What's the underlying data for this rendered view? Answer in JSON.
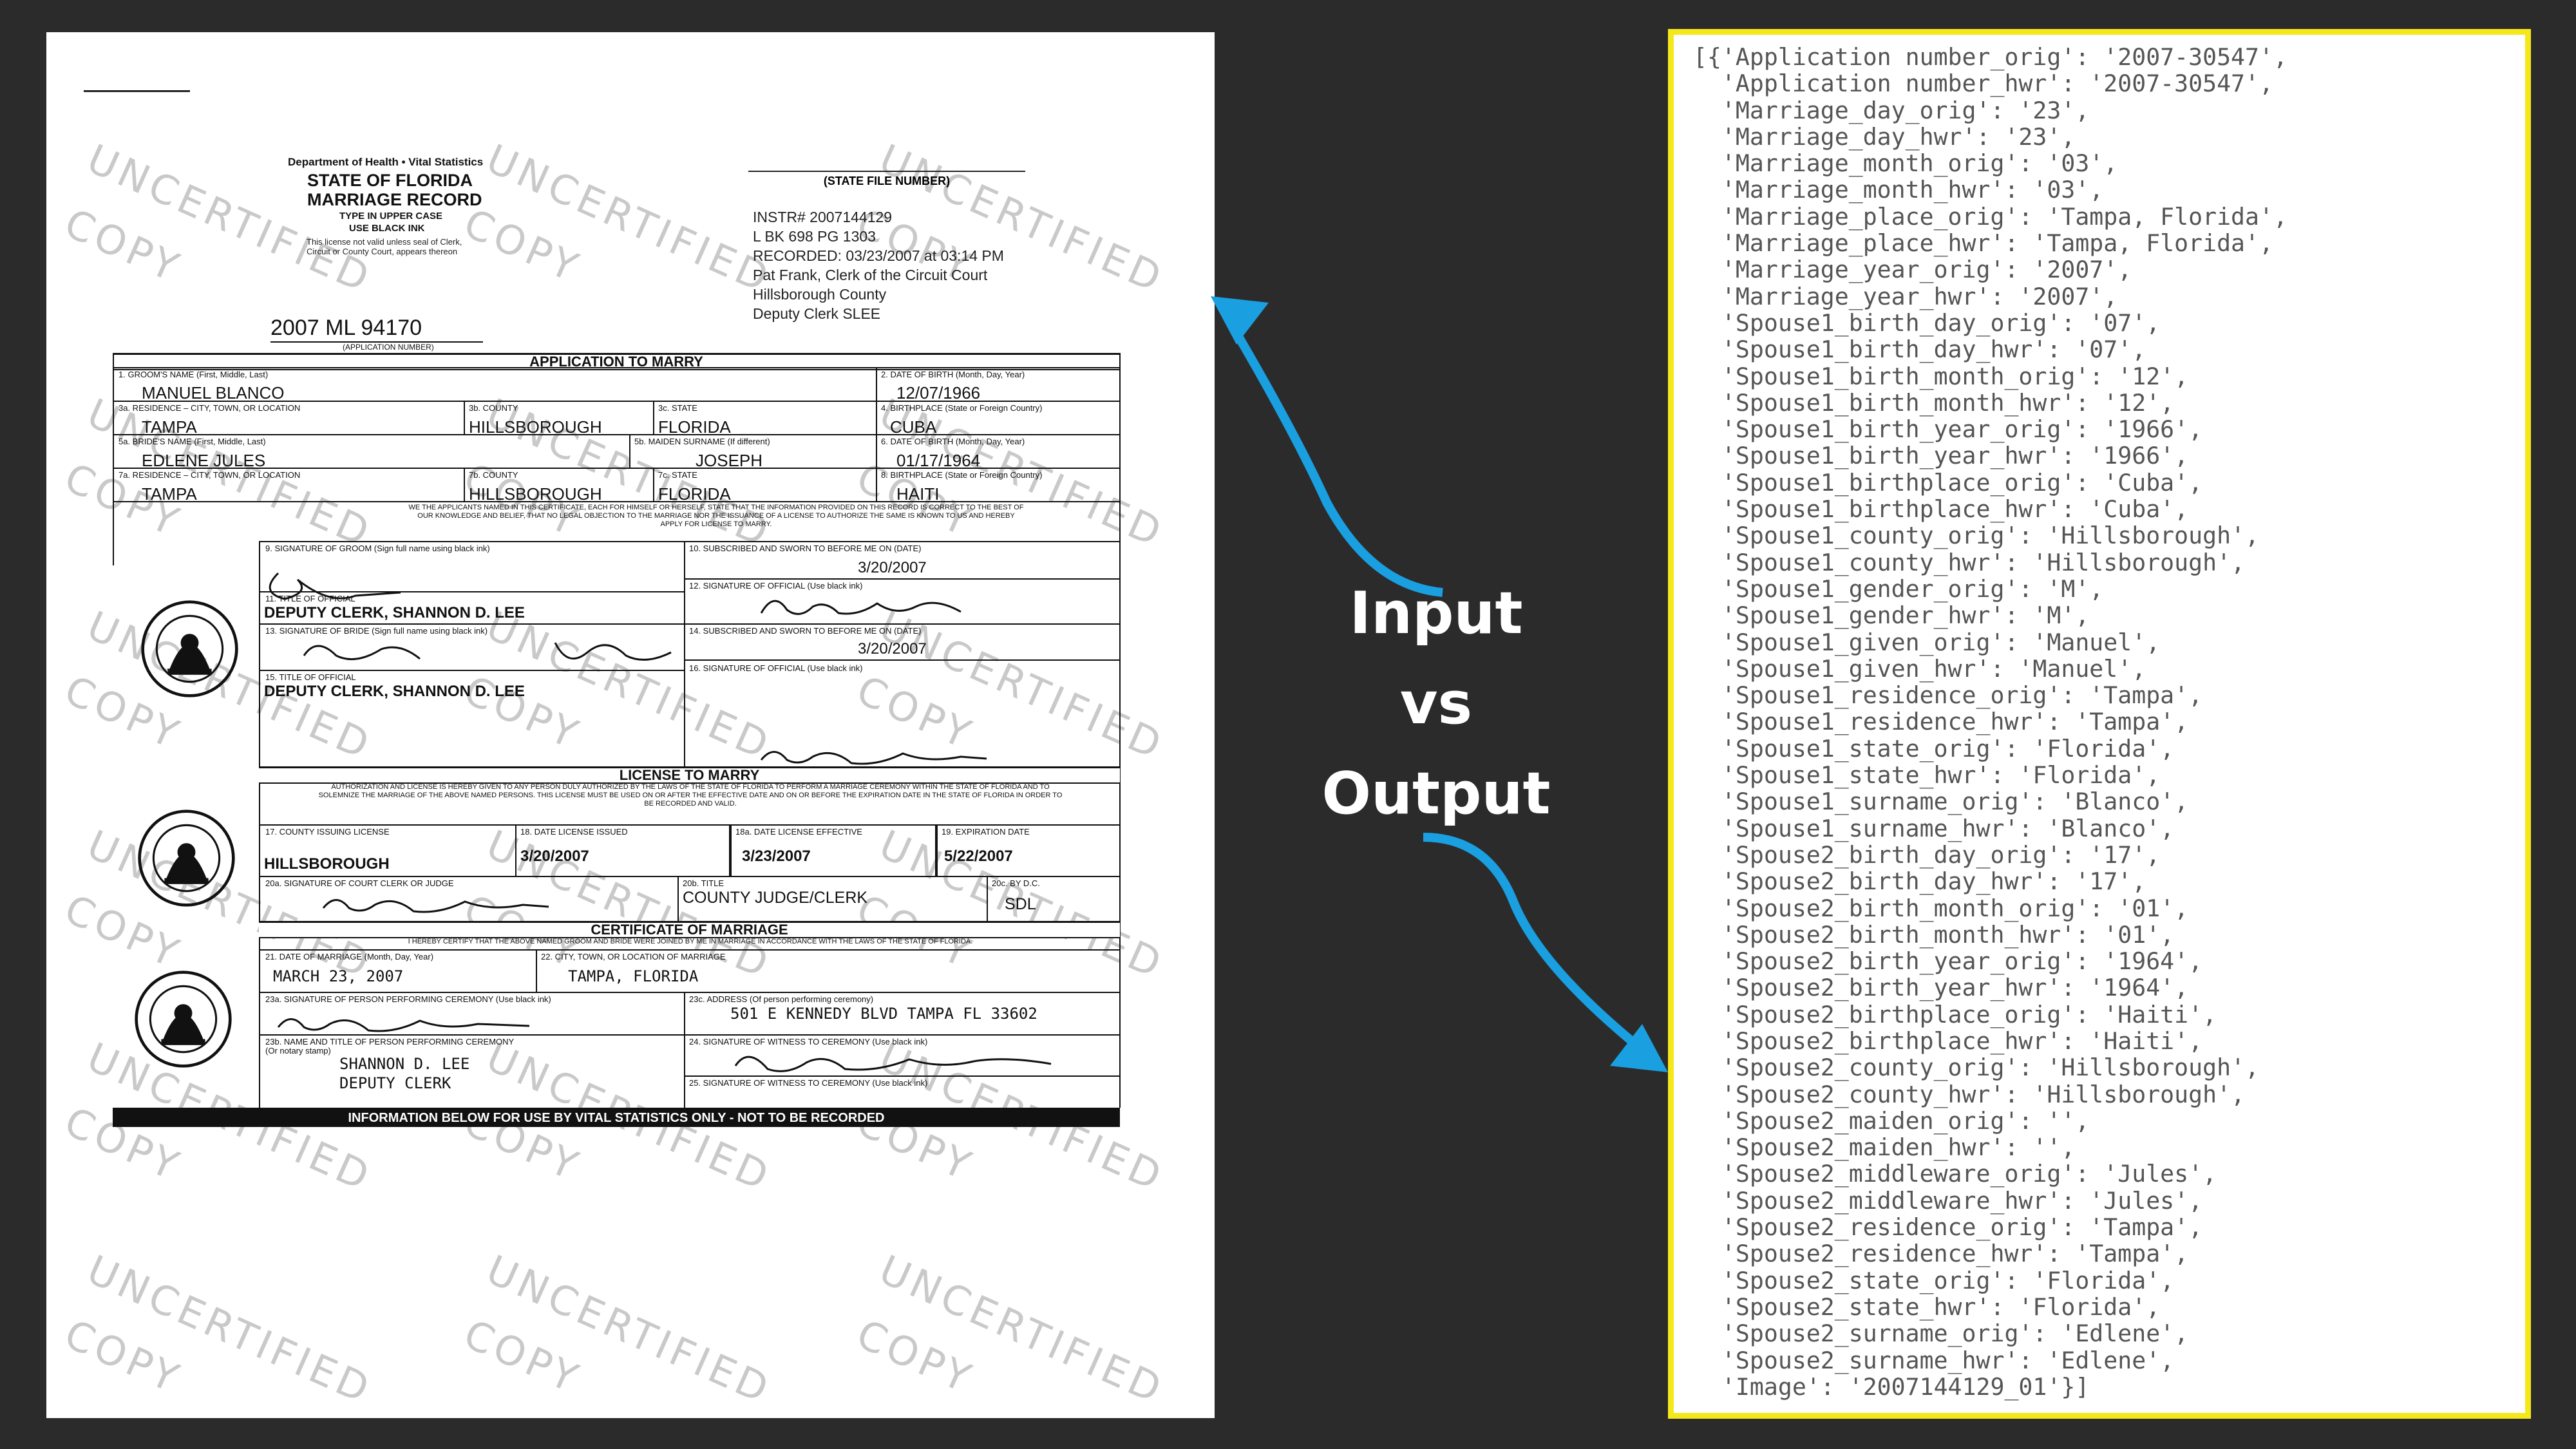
{
  "document": {
    "dept": "Department of Health • Vital Statistics",
    "state": "STATE OF FLORIDA",
    "record": "MARRIAGE RECORD",
    "instr1": "TYPE IN UPPER CASE",
    "instr2": "USE BLACK INK",
    "instr3": "This license not valid unless seal of Clerk,",
    "instr4": "Circuit or County Court, appears thereon",
    "state_file_number": "(STATE FILE NUMBER)",
    "recording": [
      "INSTR# 2007144129",
      "L BK 698 PG 1303",
      "RECORDED: 03/23/2007 at 03:14 PM",
      "Pat Frank, Clerk of the Circuit Court",
      "Hillsborough County",
      "Deputy Clerk SLEE"
    ],
    "application_number": "2007 ML 94170",
    "application_number_label": "(APPLICATION NUMBER)",
    "watermark_a": "UNCERTIFIED",
    "watermark_b": "COPY",
    "sections": {
      "apply": "APPLICATION TO MARRY",
      "license": "LICENSE TO MARRY",
      "certificate": "CERTIFICATE OF MARRIAGE"
    },
    "fields": {
      "f1_label": "1. GROOM'S NAME (First, Middle, Last)",
      "f1": "MANUEL BLANCO",
      "f2_label": "2. DATE OF BIRTH (Month, Day, Year)",
      "f2": "12/07/1966",
      "f3a_label": "3a. RESIDENCE – CITY, TOWN, OR LOCATION",
      "f3a": "TAMPA",
      "f3b_label": "3b. COUNTY",
      "f3b": "HILLSBOROUGH",
      "f3c_label": "3c. STATE",
      "f3c": "FLORIDA",
      "f4_label": "4. BIRTHPLACE (State or Foreign Country)",
      "f4": "CUBA",
      "f5a_label": "5a. BRIDE'S NAME (First, Middle, Last)",
      "f5a": "EDLENE JULES",
      "f5b_label": "5b. MAIDEN SURNAME (If different)",
      "f5b": "JOSEPH",
      "f6_label": "6. DATE OF BIRTH (Month, Day, Year)",
      "f6": "01/17/1964",
      "f7a_label": "7a. RESIDENCE – CITY, TOWN, OR LOCATION",
      "f7a": "TAMPA",
      "f7b_label": "7b. COUNTY",
      "f7b": "HILLSBOROUGH",
      "f7c_label": "7c. STATE",
      "f7c": "FLORIDA",
      "f8_label": "8. BIRTHPLACE (State or Foreign Country)",
      "f8": "HAITI",
      "oath": "WE THE APPLICANTS NAMED IN THIS CERTIFICATE, EACH FOR HIMSELF OR HERSELF, STATE THAT THE INFORMATION PROVIDED ON THIS RECORD IS CORRECT TO THE BEST OF OUR KNOWLEDGE AND BELIEF, THAT NO LEGAL OBJECTION TO THE MARRIAGE NOR THE ISSUANCE OF A LICENSE TO AUTHORIZE THE SAME IS KNOWN TO US AND HEREBY APPLY FOR LICENSE TO MARRY.",
      "f9_label": "9. SIGNATURE OF GROOM (Sign full name using black ink)",
      "f10_label": "10. SUBSCRIBED AND SWORN TO BEFORE ME ON (DATE)",
      "f10": "3/20/2007",
      "f11_label": "11. TITLE OF OFFICIAL",
      "f11": "DEPUTY CLERK, SHANNON D. LEE",
      "f12_label": "12. SIGNATURE OF OFFICIAL (Use black ink)",
      "f13_label": "13. SIGNATURE OF BRIDE (Sign full name using black ink)",
      "f14_label": "14. SUBSCRIBED AND SWORN TO BEFORE ME ON (DATE)",
      "f14": "3/20/2007",
      "f15_label": "15. TITLE OF OFFICIAL",
      "f15": "DEPUTY CLERK, SHANNON D. LEE",
      "f16_label": "16. SIGNATURE OF OFFICIAL (Use black ink)",
      "license_text": "AUTHORIZATION AND LICENSE IS HEREBY GIVEN TO ANY PERSON DULY AUTHORIZED BY THE LAWS OF THE STATE OF FLORIDA TO PERFORM A MARRIAGE CEREMONY WITHIN THE STATE OF FLORIDA AND TO SOLEMNIZE THE MARRIAGE OF THE ABOVE NAMED PERSONS. THIS LICENSE MUST BE USED ON OR AFTER THE EFFECTIVE DATE AND ON OR BEFORE THE EXPIRATION DATE IN THE STATE OF FLORIDA IN ORDER TO BE RECORDED AND VALID.",
      "f17_label": "17. COUNTY ISSUING LICENSE",
      "f17": "HILLSBOROUGH",
      "f18_label": "18. DATE LICENSE ISSUED",
      "f18": "3/20/2007",
      "f18a_label": "18a. DATE LICENSE EFFECTIVE",
      "f18a": "3/23/2007",
      "f19_label": "19. EXPIRATION DATE",
      "f19": "5/22/2007",
      "f20a_label": "20a. SIGNATURE OF COURT CLERK OR JUDGE",
      "f20b_label": "20b. TITLE",
      "f20b": "COUNTY JUDGE/CLERK",
      "f20c_label": "20c. BY D.C.",
      "f20c": "SDL",
      "cert_text": "I HEREBY CERTIFY THAT THE ABOVE NAMED GROOM AND BRIDE WERE JOINED BY ME IN MARRIAGE IN ACCORDANCE WITH THE LAWS OF THE STATE OF FLORIDA.",
      "f21_label": "21. DATE OF MARRIAGE (Month, Day, Year)",
      "f21": "MARCH 23, 2007",
      "f22_label": "22. CITY, TOWN, OR LOCATION OF MARRIAGE",
      "f22": "TAMPA, FLORIDA",
      "f23a_label": "23a. SIGNATURE OF PERSON PERFORMING CEREMONY (Use black ink)",
      "f23c_label": "23c. ADDRESS (Of person performing ceremony)",
      "f23c": "501 E KENNEDY BLVD TAMPA FL 33602",
      "f23b_label": "23b. NAME AND TITLE OF PERSON PERFORMING CEREMONY",
      "f23b_sub": "(Or notary stamp)",
      "f23b_1": "SHANNON D. LEE",
      "f23b_2": "DEPUTY CLERK",
      "f24_label": "24. SIGNATURE OF WITNESS TO CEREMONY (Use black ink)",
      "f25_label": "25. SIGNATURE OF WITNESS TO CEREMONY (Use black ink)",
      "footer": "INFORMATION BELOW FOR USE BY VITAL STATISTICS ONLY - NOT TO BE RECORDED"
    }
  },
  "middle": {
    "line1": "Input",
    "line2": "vs",
    "line3": "Output"
  },
  "json_output": [
    "[{'Application number_orig': '2007-30547',",
    "  'Application number_hwr': '2007-30547',",
    "  'Marriage_day_orig': '23',",
    "  'Marriage_day_hwr': '23',",
    "  'Marriage_month_orig': '03',",
    "  'Marriage_month_hwr': '03',",
    "  'Marriage_place_orig': 'Tampa, Florida',",
    "  'Marriage_place_hwr': 'Tampa, Florida',",
    "  'Marriage_year_orig': '2007',",
    "  'Marriage_year_hwr': '2007',",
    "  'Spouse1_birth_day_orig': '07',",
    "  'Spouse1_birth_day_hwr': '07',",
    "  'Spouse1_birth_month_orig': '12',",
    "  'Spouse1_birth_month_hwr': '12',",
    "  'Spouse1_birth_year_orig': '1966',",
    "  'Spouse1_birth_year_hwr': '1966',",
    "  'Spouse1_birthplace_orig': 'Cuba',",
    "  'Spouse1_birthplace_hwr': 'Cuba',",
    "  'Spouse1_county_orig': 'Hillsborough',",
    "  'Spouse1_county_hwr': 'Hillsborough',",
    "  'Spouse1_gender_orig': 'M',",
    "  'Spouse1_gender_hwr': 'M',",
    "  'Spouse1_given_orig': 'Manuel',",
    "  'Spouse1_given_hwr': 'Manuel',",
    "  'Spouse1_residence_orig': 'Tampa',",
    "  'Spouse1_residence_hwr': 'Tampa',",
    "  'Spouse1_state_orig': 'Florida',",
    "  'Spouse1_state_hwr': 'Florida',",
    "  'Spouse1_surname_orig': 'Blanco',",
    "  'Spouse1_surname_hwr': 'Blanco',",
    "  'Spouse2_birth_day_orig': '17',",
    "  'Spouse2_birth_day_hwr': '17',",
    "  'Spouse2_birth_month_orig': '01',",
    "  'Spouse2_birth_month_hwr': '01',",
    "  'Spouse2_birth_year_orig': '1964',",
    "  'Spouse2_birth_year_hwr': '1964',",
    "  'Spouse2_birthplace_orig': 'Haiti',",
    "  'Spouse2_birthplace_hwr': 'Haiti',",
    "  'Spouse2_county_orig': 'Hillsborough',",
    "  'Spouse2_county_hwr': 'Hillsborough',",
    "  'Spouse2_maiden_orig': '',",
    "  'Spouse2_maiden_hwr': '',",
    "  'Spouse2_middleware_orig': 'Jules',",
    "  'Spouse2_middleware_hwr': 'Jules',",
    "  'Spouse2_residence_orig': 'Tampa',",
    "  'Spouse2_residence_hwr': 'Tampa',",
    "  'Spouse2_state_orig': 'Florida',",
    "  'Spouse2_state_hwr': 'Florida',",
    "  'Spouse2_surname_orig': 'Edlene',",
    "  'Spouse2_surname_hwr': 'Edlene',",
    "  'Image': '2007144129_01'}]"
  ],
  "colors": {
    "background": "#2b2b2b",
    "arrow": "#1a9fe0",
    "panel_border": "#f5e81a",
    "json_text": "#555555"
  }
}
